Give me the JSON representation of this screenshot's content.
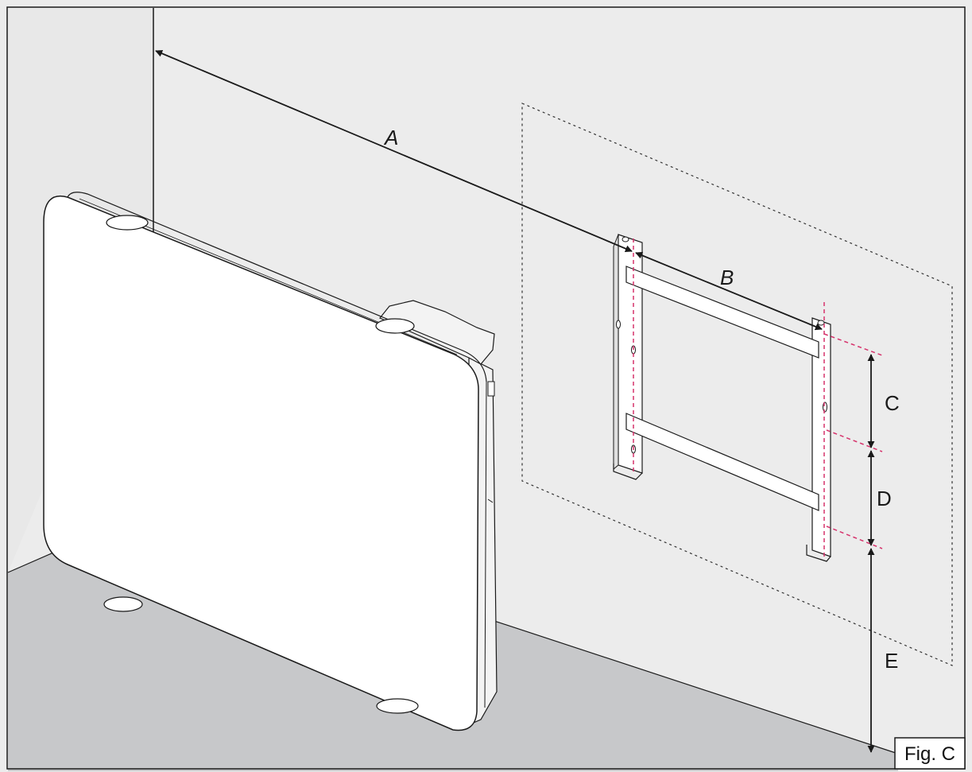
{
  "labels": {
    "A": "A",
    "B": "B",
    "C": "C",
    "D": "D",
    "E": "E",
    "figure": "Fig. C"
  },
  "colors": {
    "wall": "#ececec",
    "floor": "#c7c8ca",
    "heater_front": "#ffffff",
    "line": "#1a1a1a",
    "guide_dashed": "#d6336c",
    "template_dotted": "#333333"
  }
}
